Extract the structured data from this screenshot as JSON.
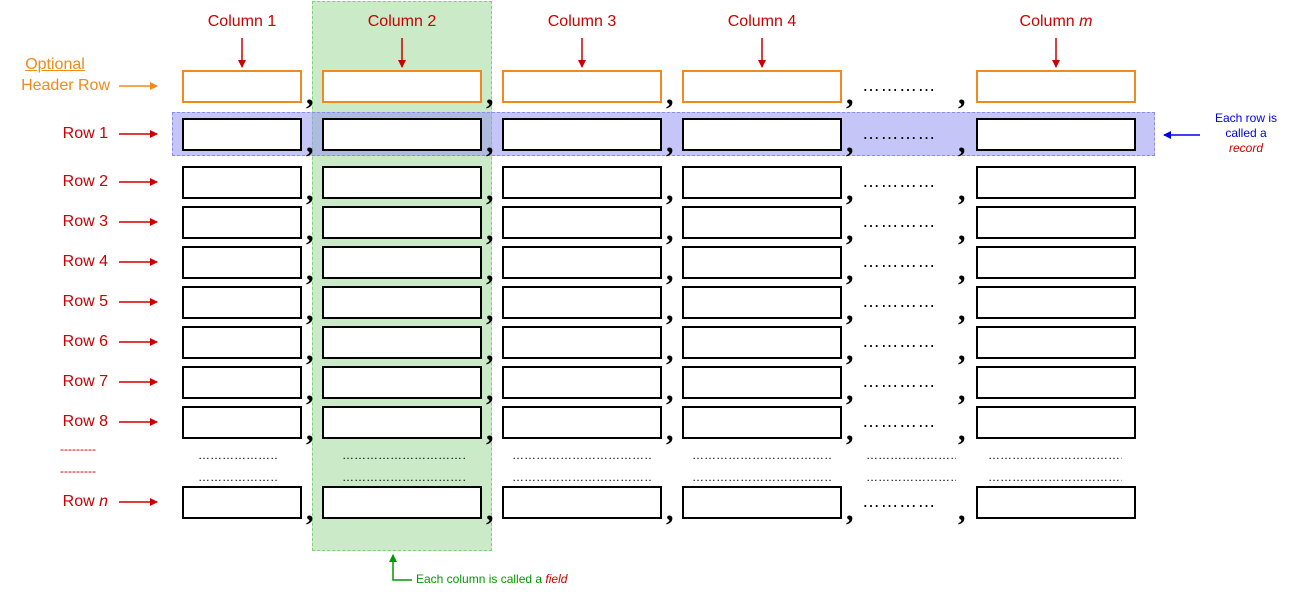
{
  "columns": [
    {
      "label": "Column 1"
    },
    {
      "label": "Column 2"
    },
    {
      "label": "Column 3"
    },
    {
      "label": "Column 4"
    },
    {
      "label": "Column ",
      "label_italic": "m"
    }
  ],
  "header_row": {
    "line1": "Optional",
    "line2": "Header Row"
  },
  "rows": [
    "Row 1",
    "Row 2",
    "Row 3",
    "Row 4",
    "Row 5",
    "Row 6",
    "Row 7",
    "Row 8"
  ],
  "ellipsis_rows": [
    "---------",
    "---------"
  ],
  "last_row": {
    "label": "Row ",
    "label_italic": "n"
  },
  "separator": ",",
  "gap_dots": "…………",
  "record_note": {
    "line1": "Each row is",
    "line2": "called a",
    "line3": "record"
  },
  "field_note": {
    "text": "Each column is called a ",
    "italic": "field"
  },
  "colors": {
    "label_red": "#cc0000",
    "header_orange": "#f08a1c",
    "record_blue": "#0000ee",
    "field_green": "#009900",
    "record_band": "#b8b8f4",
    "field_band": "#cbeac8"
  }
}
